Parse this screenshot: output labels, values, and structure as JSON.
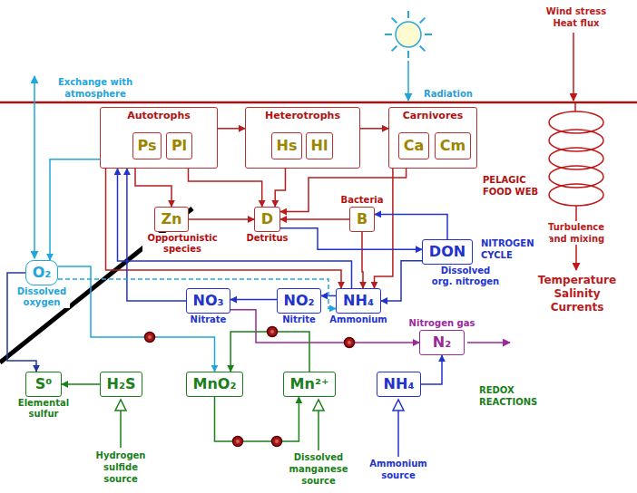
{
  "diagram": {
    "nodes": [
      {
        "text": [
          "Autotrophs"
        ]
      },
      {
        "text": [
          "Ps"
        ],
        "in": 0
      },
      {
        "text": [
          "Pl"
        ],
        "in": 0
      },
      {
        "text": [
          "Heterotrophs"
        ]
      },
      {
        "text": [
          "Hs"
        ],
        "in": 3
      },
      {
        "text": [
          "Hl"
        ],
        "in": 3
      },
      {
        "text": [
          "Carnivores"
        ]
      },
      {
        "text": [
          "Ca"
        ],
        "in": 6
      },
      {
        "text": [
          "Cm"
        ],
        "in": 6
      },
      {
        "text": [
          "Zn",
          "Opportunistic species"
        ]
      },
      {
        "text": [
          "D",
          "Detritus"
        ]
      },
      {
        "text": [
          "Bacteria",
          "B"
        ]
      },
      {
        "text": [
          "DON",
          "Dissolved org. nitrogen"
        ]
      },
      {
        "text": [
          "O₂",
          "Dissolved oxygen"
        ]
      },
      {
        "text": [
          "NO₃",
          "Nitrate"
        ]
      },
      {
        "text": [
          "NO₂",
          "Nitrite"
        ]
      },
      {
        "text": [
          "NH₄",
          "Ammonium"
        ]
      },
      {
        "text": [
          "Nitrogen gas",
          "N₂"
        ]
      },
      {
        "text": [
          "S⁰",
          "Elemental sulfur"
        ]
      },
      {
        "text": [
          "H₂S"
        ]
      },
      {
        "text": [
          "MnO₂"
        ]
      },
      {
        "text": [
          "Mn²⁺"
        ]
      },
      {
        "text": [
          "NH₄"
        ]
      }
    ],
    "edges": [
      {
        "from": 0,
        "to": 3,
        "arrow": "to"
      },
      {
        "from": 3,
        "to": 6,
        "arrow": "to"
      },
      {
        "from": 0,
        "to": 9,
        "arrow": "to"
      },
      {
        "from": 0,
        "to": 10,
        "arrow": "to"
      },
      {
        "from": 3,
        "to": 10,
        "arrow": "to"
      },
      {
        "from": 6,
        "to": 10,
        "arrow": "to"
      },
      {
        "from": 9,
        "to": 10,
        "arrow": "to"
      },
      {
        "from": 11,
        "to": 10,
        "arrow": "to"
      },
      {
        "from": 6,
        "to": 16,
        "arrow": "to"
      },
      {
        "from": 11,
        "to": 16,
        "arrow": "to"
      },
      {
        "from": 0,
        "to": 16,
        "arrow": "to"
      },
      {
        "from": 10,
        "to": 12,
        "arrow": "to"
      },
      {
        "from": 12,
        "to": 11,
        "arrow": "to"
      },
      {
        "from": 12,
        "to": 16,
        "arrow": "to"
      },
      {
        "from": 14,
        "to": 0,
        "arrow": "to"
      },
      {
        "from": 16,
        "to": 0,
        "arrow": "to"
      },
      {
        "from": 15,
        "to": 14,
        "arrow": "to"
      },
      {
        "from": 16,
        "to": 15,
        "arrow": "to"
      },
      {
        "from": 14,
        "to": 17,
        "arrow": "to"
      },
      {
        "from": 0,
        "to": 13,
        "arrow": "to"
      },
      {
        "from": 13,
        "to": 16,
        "arrow": "to"
      },
      {
        "from": 13,
        "to": 18,
        "arrow": "to"
      },
      {
        "from": 13,
        "to": 20,
        "arrow": "to"
      },
      {
        "from": 21,
        "to": 20,
        "arrow": "to"
      },
      {
        "from": 19,
        "to": 18,
        "arrow": "to"
      },
      {
        "from": 20,
        "to": 21,
        "arrow": "to"
      },
      {
        "from": 22,
        "to": 17,
        "arrow": "to"
      }
    ],
    "labels": [
      "Exchange with atmosphere",
      "Radiation",
      "Wind stress Heat flux",
      "PELAGIC FOOD WEB",
      "Turbulence and mixing",
      "NITROGEN CYCLE",
      "Temperature Salinity Currents",
      "REDOX REACTIONS",
      "Hydrogen sulfide source",
      "Dissolved manganese source",
      "Ammonium source"
    ]
  }
}
